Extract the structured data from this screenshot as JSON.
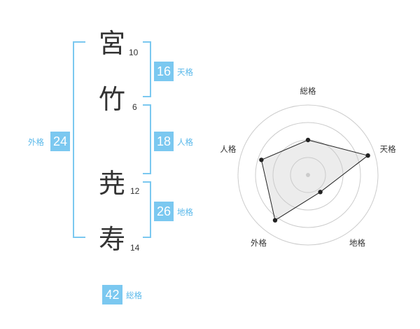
{
  "name": {
    "chars": [
      {
        "char": "宮",
        "strokes": "10"
      },
      {
        "char": "竹",
        "strokes": "6"
      },
      {
        "char": "尭",
        "strokes": "12"
      },
      {
        "char": "寿",
        "strokes": "14"
      }
    ]
  },
  "kakusu": {
    "tenkaku": {
      "value": "16",
      "label": "天格"
    },
    "jinkaku": {
      "value": "18",
      "label": "人格"
    },
    "chikaku": {
      "value": "26",
      "label": "地格"
    },
    "gaikaku": {
      "value": "24",
      "label": "外格"
    },
    "soukaku": {
      "value": "42",
      "label": "総格"
    }
  },
  "colors": {
    "accent": "#7bc8f0",
    "text": "#333333"
  },
  "chart_data": {
    "type": "radar",
    "axes": [
      "総格",
      "天格",
      "地格",
      "外格",
      "人格"
    ],
    "values": [
      2.5,
      4.5,
      1.5,
      4,
      3.5
    ],
    "rmax": 5,
    "rings": 4,
    "grid": true
  }
}
